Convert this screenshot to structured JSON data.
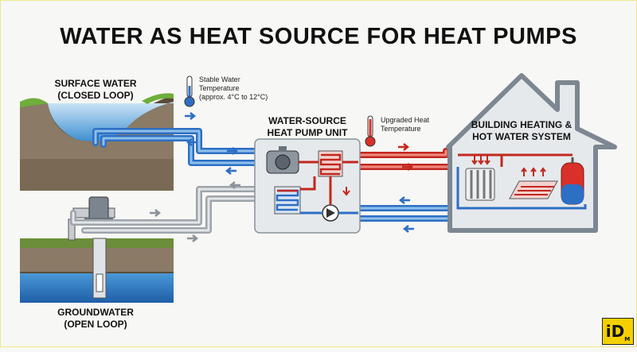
{
  "title": "WATER AS HEAT SOURCE FOR HEAT PUMPS",
  "labels": {
    "surface_water": [
      "SURFACE WATER",
      "(CLOSED LOOP)"
    ],
    "groundwater": [
      "GROUNDWATER",
      "(OPEN LOOP)"
    ],
    "heat_pump": [
      "WATER-SOURCE",
      "HEAT PUMP UNIT"
    ],
    "building": [
      "BUILDING HEATING &",
      "HOT WATER SYSTEM"
    ]
  },
  "notes": {
    "stable_temp": [
      "Stable Water",
      "Temperature",
      "(approx. 4°C to 12°C)"
    ],
    "upgraded_temp": [
      "Upgraded Heat",
      "Temperature"
    ]
  },
  "logo": {
    "text": "iD",
    "sub": "M"
  },
  "colors": {
    "hot": "#d9302a",
    "cold": "#2d6fc4",
    "grey_pipe": "#b9bec4",
    "building": "#7d8792"
  }
}
